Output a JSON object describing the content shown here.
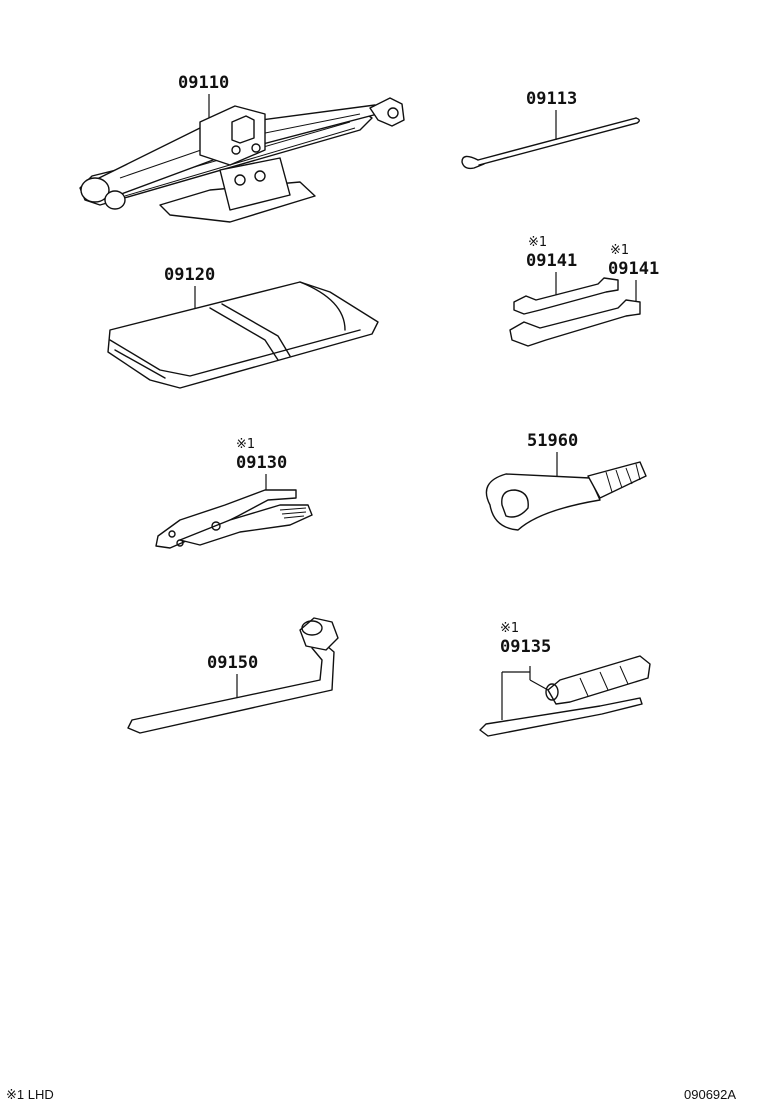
{
  "parts": {
    "jack": {
      "number": "09110"
    },
    "tool_bag": {
      "number": "09120"
    },
    "pliers": {
      "number": "09130",
      "note": "※1"
    },
    "wrench_bar": {
      "number": "09150"
    },
    "handle": {
      "number": "09113"
    },
    "wrench_a": {
      "number": "09141",
      "note": "※1"
    },
    "wrench_b": {
      "number": "09141",
      "note": "※1"
    },
    "eye": {
      "number": "51960"
    },
    "screwdriver": {
      "number": "09135",
      "note": "※1"
    }
  },
  "footer": {
    "legend": "※1 LHD",
    "drawing_id": "090692A"
  }
}
